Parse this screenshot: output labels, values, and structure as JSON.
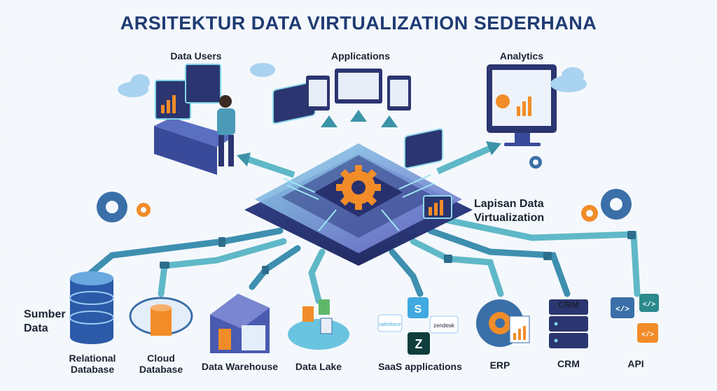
{
  "title": "ARSITEKTUR DATA VIRTUALIZATION SEDERHANA",
  "consumers": {
    "data_users": "Data Users",
    "applications": "Applications",
    "analytics": "Analytics"
  },
  "layer": {
    "line1": "Lapisan Data",
    "line2": "Virtualization"
  },
  "sources_heading": {
    "line1": "Sumber",
    "line2": "Data"
  },
  "sources": {
    "relational_1": "Relational",
    "relational_2": "Database",
    "cloud_1": "Cloud",
    "cloud_2": "Database",
    "warehouse": "Data Warehouse",
    "lake": "Data Lake",
    "saas": "SaaS applications",
    "erp": "ERP",
    "crm": "CRM",
    "api": "API"
  },
  "icon_text": {
    "crm_stack": "CRM",
    "salesforce": "salesforce",
    "zendesk": "zendesk",
    "s_logo": "S",
    "z_logo": "Z",
    "code_a": "</>",
    "code_b": "</>",
    "code_c": "</>"
  },
  "colors": {
    "title": "#1f3b73",
    "hub": "#4a55a8",
    "hub_glow": "#7fd6e6",
    "pipe": "#3e8fb0",
    "gear_orange": "#f28c28",
    "gear_blue": "#3a6fa8"
  }
}
